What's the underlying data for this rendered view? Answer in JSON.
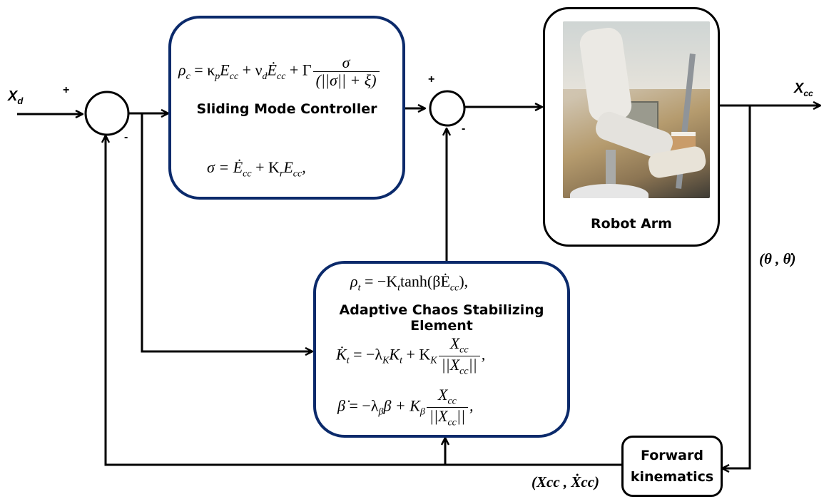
{
  "diagram": {
    "colors": {
      "block_border_blue": "#0b2a6b",
      "line": "#000000",
      "background": "#ffffff"
    },
    "signals": {
      "input": {
        "symbol": "X",
        "subscript": "d"
      },
      "output": {
        "symbol": "X",
        "subscript": "cc"
      },
      "joint_feedback": "(θ , θ̇)",
      "cartesian_feedback": "(Xcc , Ẋcc)"
    },
    "summing_junctions": [
      {
        "id": "sum-1",
        "plus": "+",
        "minus": "-"
      },
      {
        "id": "sum-2",
        "plus": "+",
        "minus": "-"
      }
    ],
    "blocks": {
      "smc": {
        "title": "Sliding Mode Controller",
        "eq1": {
          "lhs": "ρ",
          "lhs_sub": "c",
          "rhs_a": " = κ",
          "rhs_a_sub": "p",
          "rhs_b": "E",
          "rhs_b_sub": "cc",
          "rhs_c": " + ν",
          "rhs_c_sub": "d",
          "rhs_d": "Ė",
          "rhs_d_sub": "cc",
          "rhs_e": " + Γ",
          "frac_num": "σ",
          "frac_den": "(||σ|| + ξ)"
        },
        "eq2": {
          "lhs": "σ = Ė",
          "lhs_sub": "cc",
          "mid": " + K",
          "mid_sub": "r",
          "rhs": "E",
          "rhs_sub": "cc",
          "tail": ","
        }
      },
      "robot": {
        "title": "Robot Arm",
        "image_alt": "photo of robot arm in lab"
      },
      "aces": {
        "title": "Adaptive Chaos Stabilizing Element",
        "eq1": {
          "lhs": "ρ",
          "lhs_sub": "t",
          "rhs_a": " = −K",
          "rhs_a_sub": "t",
          "rhs_b": "tanh(βĖ",
          "rhs_b_sub": "cc",
          "tail": "),"
        },
        "eq2": {
          "lhs": "K̇",
          "lhs_sub": "t",
          "rhs_a": " = −λ",
          "rhs_a_sub": "K",
          "rhs_b": "K",
          "rhs_b_sub": "t",
          "rhs_c": " + K",
          "rhs_c_sub": "K",
          "frac_num": "X",
          "frac_num_sub": "cc",
          "frac_den": "||X",
          "frac_den_sub": "cc",
          "frac_den_tail": "||",
          "tail": ","
        },
        "eq3": {
          "lhs": "β̇",
          "rhs_a": " = −λ",
          "rhs_a_sub": "β",
          "rhs_b": "β + K",
          "rhs_b_sub": "β",
          "frac_num": "X",
          "frac_num_sub": "cc",
          "frac_den": "||X",
          "frac_den_sub": "cc",
          "frac_den_tail": "||",
          "tail": ","
        }
      },
      "fk": {
        "line1": "Forward",
        "line2": "kinematics"
      }
    }
  }
}
